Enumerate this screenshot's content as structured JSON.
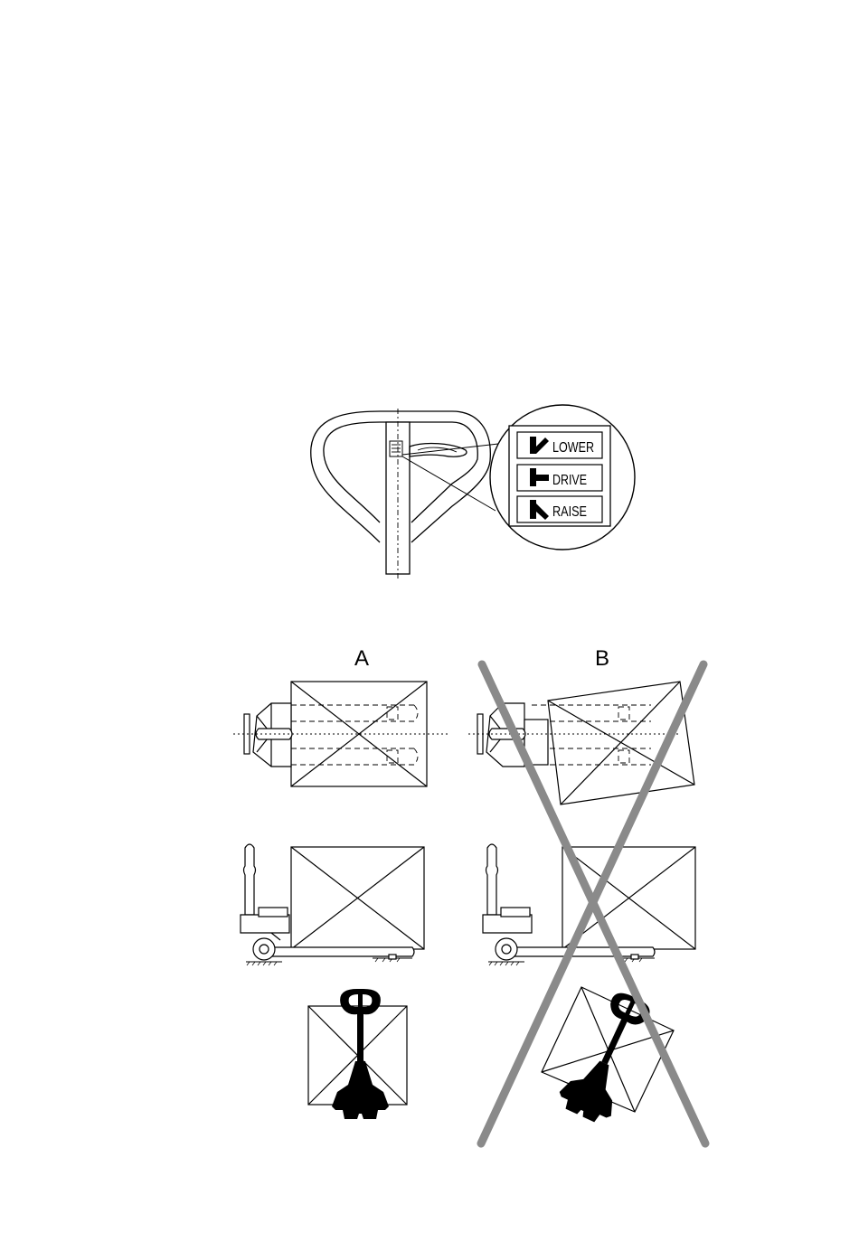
{
  "handle_detail": {
    "labels": {
      "lower": "LOWER",
      "drive": "DRIVE",
      "raise": "RAISE"
    }
  },
  "columns": {
    "correct": {
      "label": "A"
    },
    "incorrect": {
      "label": "B"
    }
  },
  "colors": {
    "line": "#000000",
    "cross_out": "#8a8a8a",
    "background": "#ffffff"
  }
}
